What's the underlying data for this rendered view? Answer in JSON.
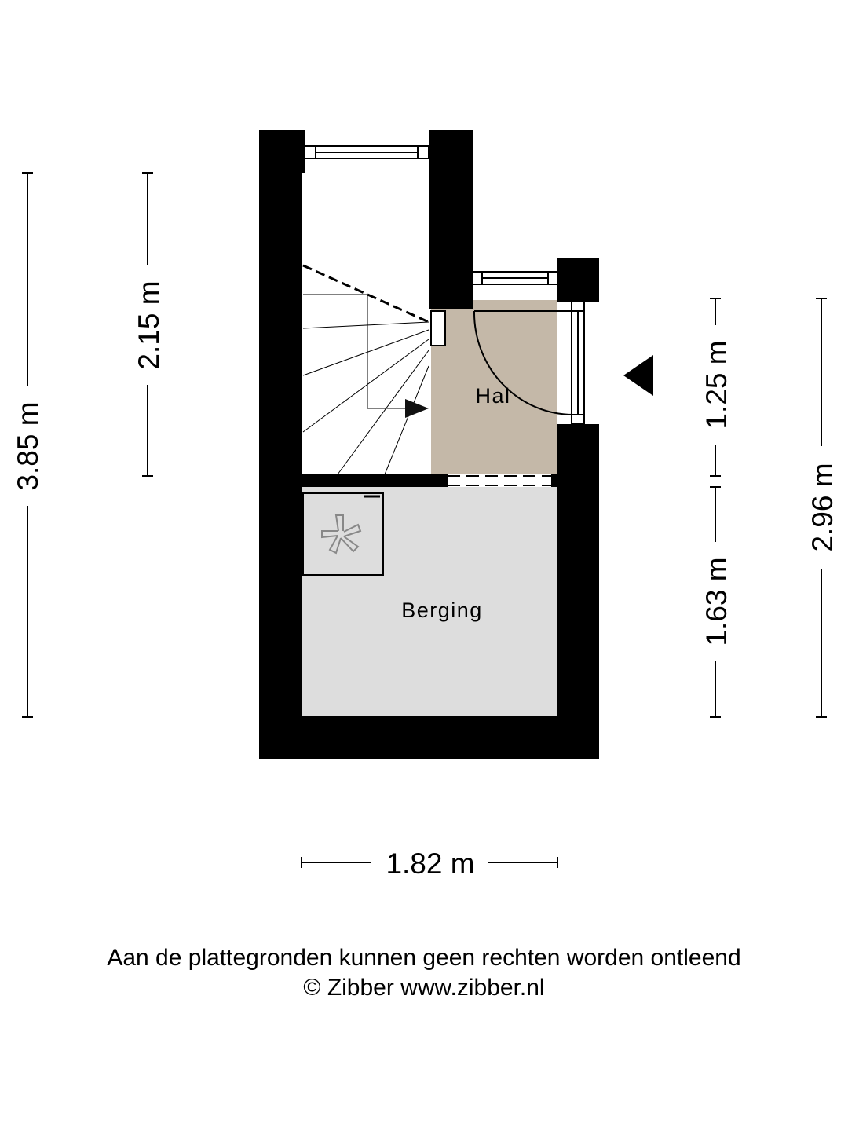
{
  "rooms": {
    "hal": "Hal",
    "berging": "Berging"
  },
  "dimensions": {
    "total_depth": "3.85 m",
    "stair_depth": "2.15 m",
    "hal_depth": "1.25 m",
    "berging_depth": "1.63 m",
    "right_depth": "2.96 m",
    "width": "1.82 m"
  },
  "footer": {
    "disclaimer": "Aan de plattegronden kunnen geen rechten worden ontleend",
    "copyright": "© Zibber www.zibber.nl"
  },
  "colors": {
    "wall": "#000000",
    "hal_floor": "#c4b8a8",
    "berging_floor": "#dddddd",
    "background": "#ffffff"
  }
}
